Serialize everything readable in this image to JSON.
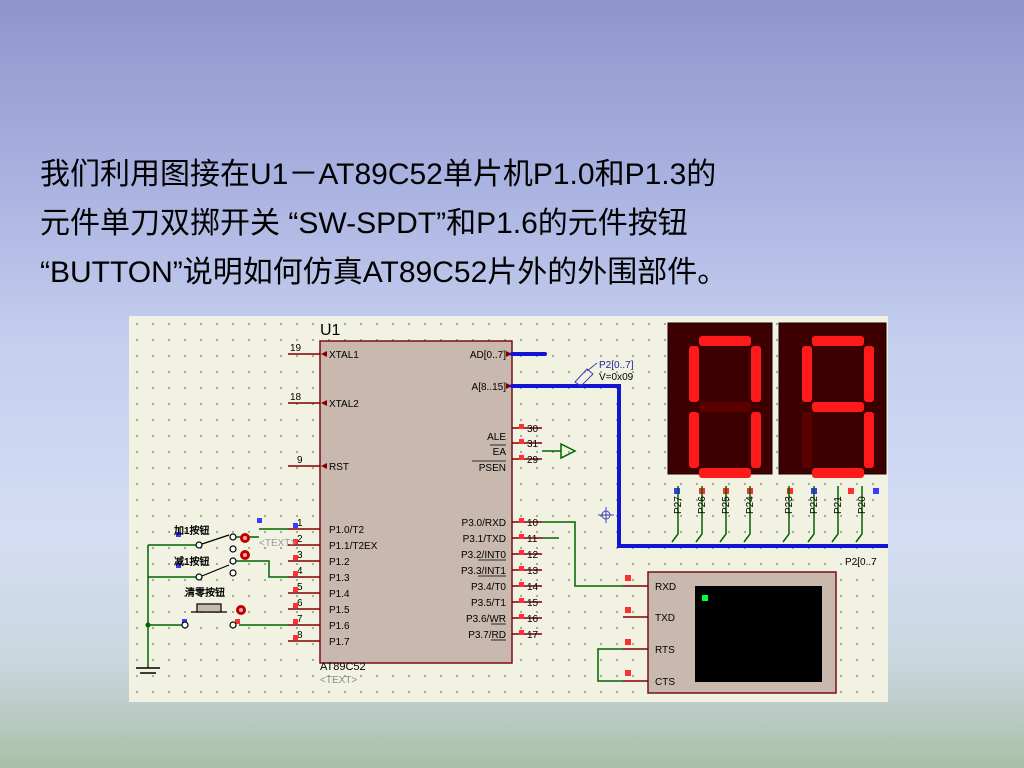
{
  "slide": {
    "lines": [
      "我们利用图接在U1－AT89C52单片机P1.0和P1.3的",
      "元件单刀双掷开关 “SW-SPDT”和P1.6的元件按钮",
      " “BUTTON”说明如何仿真AT89C52片外的外围部件。"
    ]
  },
  "schematic": {
    "chip": {
      "ref": "U1",
      "part": "AT89C52",
      "text_placeholder": "<TEXT>",
      "left_pins": [
        {
          "num": "19",
          "name": "XTAL1"
        },
        {
          "num": "18",
          "name": "XTAL2"
        },
        {
          "num": "9",
          "name": "RST"
        },
        {
          "num": "1",
          "name": "P1.0/T2"
        },
        {
          "num": "2",
          "name": "P1.1/T2EX"
        },
        {
          "num": "3",
          "name": "P1.2"
        },
        {
          "num": "4",
          "name": "P1.3"
        },
        {
          "num": "5",
          "name": "P1.4"
        },
        {
          "num": "6",
          "name": "P1.5"
        },
        {
          "num": "7",
          "name": "P1.6"
        },
        {
          "num": "8",
          "name": "P1.7"
        }
      ],
      "right_top_pins": [
        {
          "name": "AD[0..7]"
        },
        {
          "name": "A[8..15]"
        }
      ],
      "right_ctrl_pins": [
        {
          "num": "30",
          "name": "ALE"
        },
        {
          "num": "31",
          "name": "EA"
        },
        {
          "num": "29",
          "name": "PSEN"
        }
      ],
      "right_p3_pins": [
        {
          "num": "10",
          "name": "P3.0/RXD"
        },
        {
          "num": "11",
          "name": "P3.1/TXD"
        },
        {
          "num": "12",
          "name": "P3.2/INT0"
        },
        {
          "num": "13",
          "name": "P3.3/INT1"
        },
        {
          "num": "14",
          "name": "P3.4/T0"
        },
        {
          "num": "15",
          "name": "P3.5/T1"
        },
        {
          "num": "16",
          "name": "P3.6/WR"
        },
        {
          "num": "17",
          "name": "P3.7/RD"
        }
      ]
    },
    "bus_probe": {
      "name": "P2[0..7]",
      "value": "V=0x09"
    },
    "bus_label": "P2[0..7",
    "switch_labels": [
      "加1按钮",
      "减1按钮",
      "清零按钮"
    ],
    "switch_text_placeholder": "<TEXT>",
    "display": {
      "digits": [
        "0",
        "9"
      ],
      "pins": [
        "P27",
        "P26",
        "P25",
        "P24",
        "P23",
        "P22",
        "P21",
        "P20"
      ]
    },
    "terminal": {
      "pins": [
        "RXD",
        "TXD",
        "RTS",
        "CTS"
      ]
    },
    "colors": {
      "wire": "#006400",
      "bus": "#1414d2",
      "chip_fill": "#c8b8ae",
      "pin": "#800000",
      "segment_on": "#ff1a1a",
      "segment_off": "#5a0000",
      "display_bg": "#3c0000"
    }
  }
}
